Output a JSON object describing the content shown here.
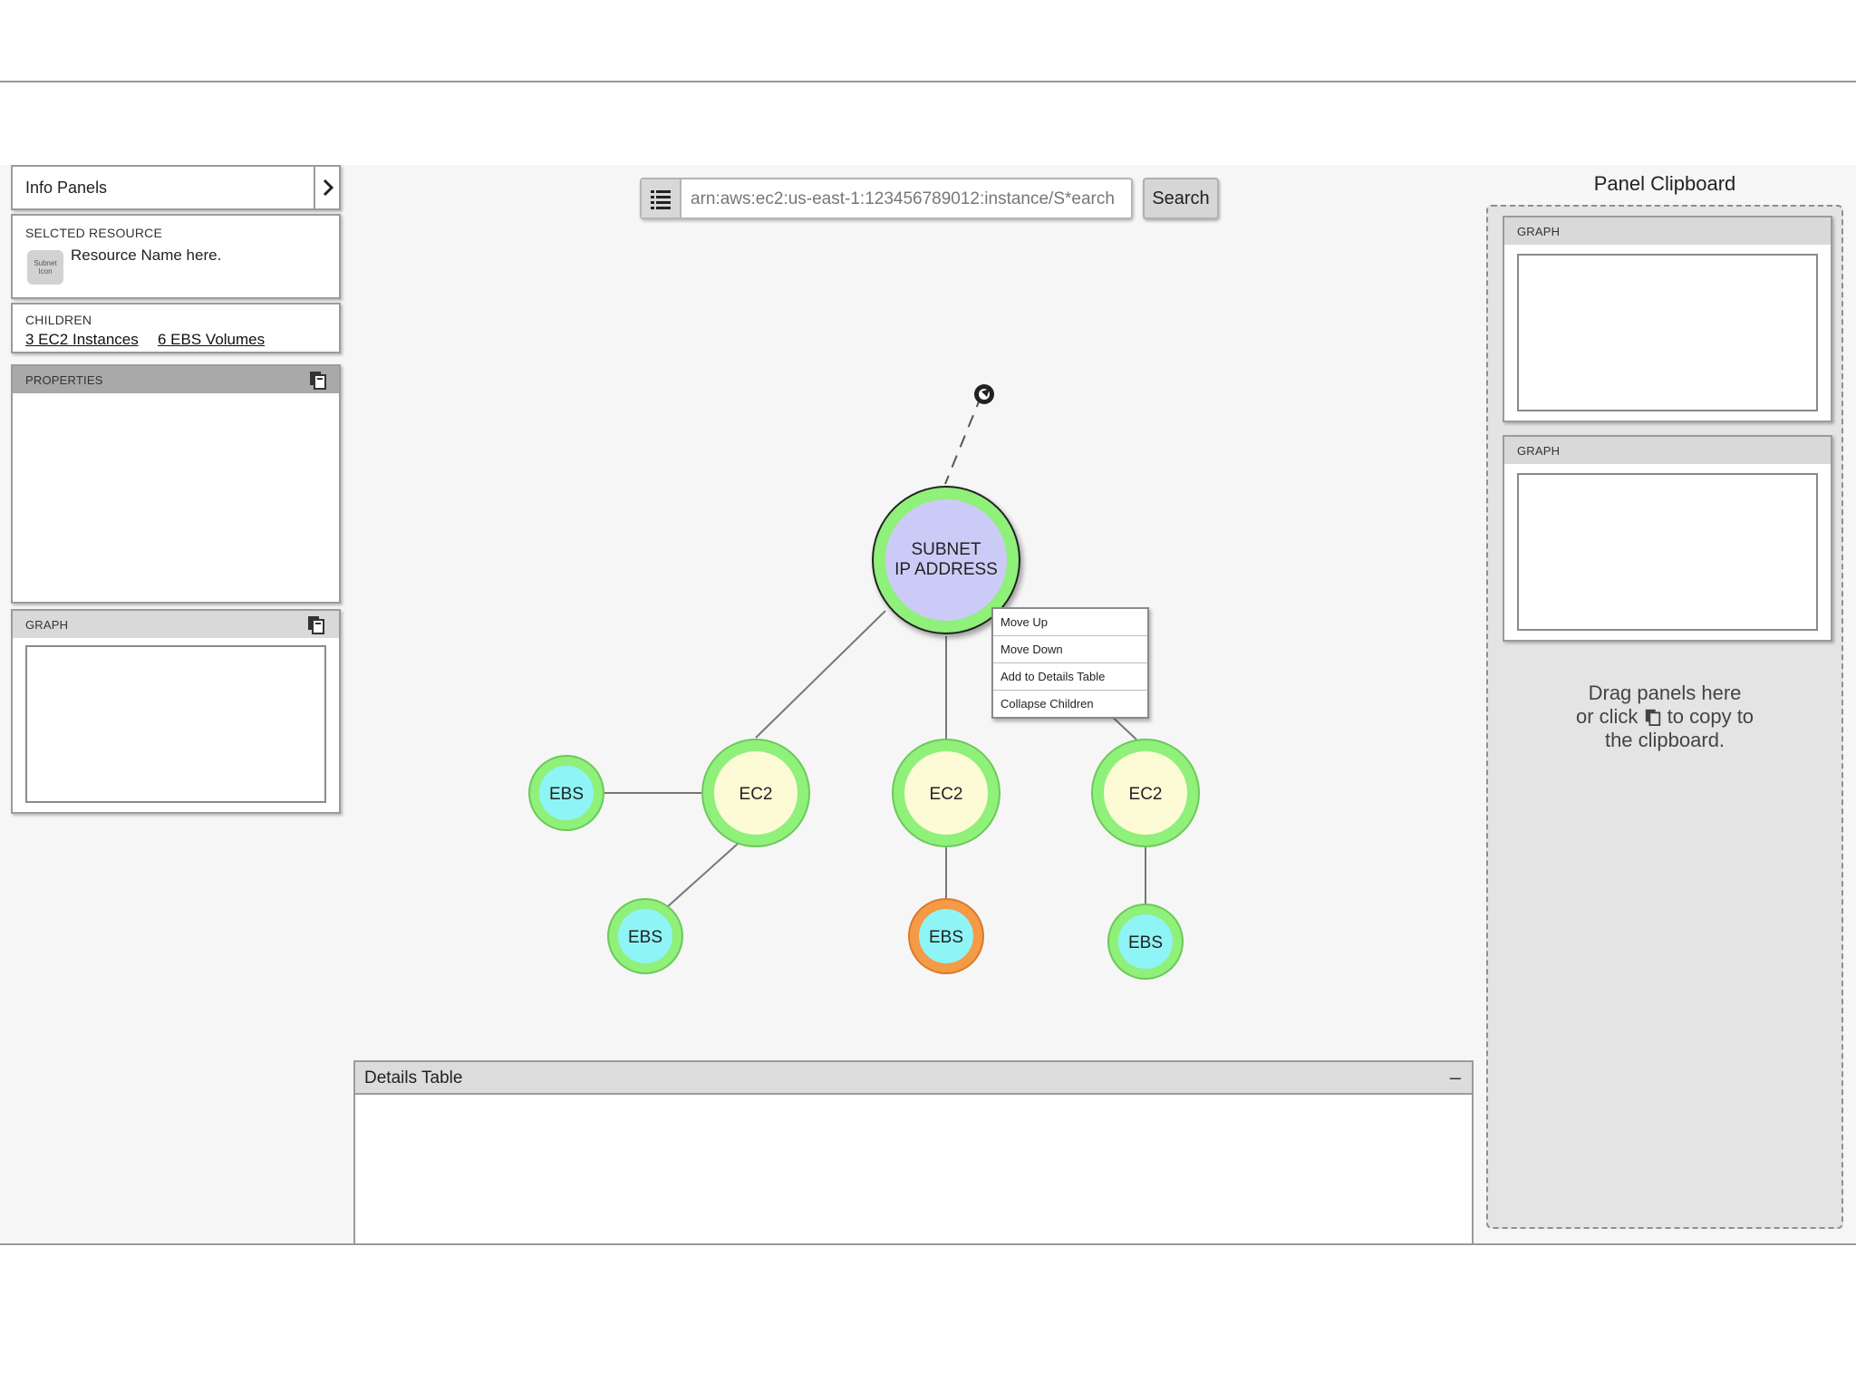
{
  "info_panels": {
    "title": "Info Panels",
    "selected_resource": {
      "heading": "SELCTED RESOURCE",
      "icon_label_line1": "Subnet",
      "icon_label_line2": "Icon",
      "name": "Resource Name here."
    },
    "children": {
      "heading": "CHILDREN",
      "link1": "3 EC2 Instances",
      "link2": "6 EBS Volumes"
    },
    "properties": {
      "heading": "PROPERTIES"
    },
    "graph": {
      "heading": "GRAPH"
    }
  },
  "search": {
    "value": "arn:aws:ec2:us-east-1:123456789012:instance/S*earch",
    "button_label": "Search"
  },
  "graph": {
    "center_line1": "SUBNET",
    "center_line2": "IP ADDRESS",
    "ec2_label": "EC2",
    "ebs_label": "EBS",
    "colors": {
      "ring_green": "#8ff07a",
      "ring_orange": "#f59a45",
      "center_fill": "#cccbf8",
      "ec2_fill": "#fdfbd6",
      "ebs_fill": "#8ff4f6"
    }
  },
  "context_menu": {
    "items": [
      "Move Up",
      "Move Down",
      "Add to Details Table",
      "Collapse Children"
    ]
  },
  "clipboard": {
    "title": "Panel Clipboard",
    "panel1_heading": "GRAPH",
    "panel2_heading": "GRAPH",
    "hint_line1": "Drag panels here",
    "hint_line2_before": "or click",
    "hint_line2_after": "to copy to",
    "hint_line3": "the clipboard."
  },
  "details_table": {
    "title": "Details Table",
    "minimize_symbol": "–"
  }
}
